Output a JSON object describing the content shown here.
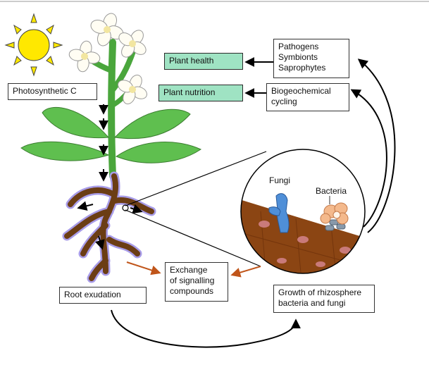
{
  "labels": {
    "photosynthetic": "Photosynthetic C",
    "plant_health": "Plant health",
    "plant_nutrition": "Plant nutrition",
    "pathogens": "Pathogens\nSymbionts\nSaprophytes",
    "biogeochemical": "Biogeochemical\ncycling",
    "fungi": "Fungi",
    "bacteria": "Bacteria",
    "exchange": "Exchange\nof signalling\ncompounds",
    "root_exudation": "Root exudation",
    "growth": "Growth of rhizosphere\nbacteria and fungi"
  },
  "colors": {
    "green_box": "#9fe3c3",
    "leaf": "#5fbf4f",
    "stem": "#4aa63c",
    "root": "#6b3d14",
    "root_glow": "#a89ce8",
    "sun": "#ffe800",
    "soil": "#8b4513",
    "orange_arrow": "#c0551a",
    "fungi": "#4f8fd8",
    "bacteria": "#f4b98c"
  },
  "icons": [
    "sun-icon",
    "flower-icon",
    "magnifier-circle"
  ]
}
